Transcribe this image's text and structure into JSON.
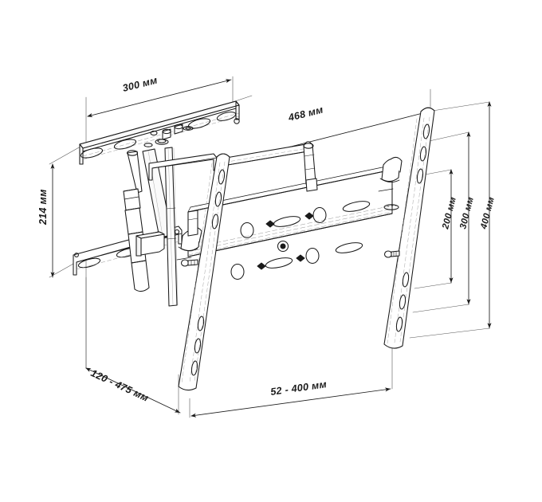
{
  "drawing": {
    "type": "technical-line-drawing",
    "subject": "Full-motion articulating TV wall mount bracket",
    "units": "mm",
    "background_color": "#ffffff",
    "line_color": "#1a1a1a",
    "projection": "isometric"
  },
  "dimensions": {
    "wall_plate_width": {
      "label": "300 мм",
      "value": 300,
      "unit": "мм",
      "position": "top-left",
      "describes": "wall mounting plate horizontal width"
    },
    "max_extension": {
      "label": "468 мм",
      "value": 468,
      "unit": "мм",
      "position": "top-center",
      "describes": "maximum arm extension from wall"
    },
    "wall_plate_height": {
      "label": "214 мм",
      "value": 214,
      "unit": "мм",
      "position": "left-vertical",
      "describes": "vertical distance between wall rails"
    },
    "vesa_200": {
      "label": "200 мм",
      "value": 200,
      "unit": "мм",
      "position": "right-vertical-inner",
      "describes": "VESA vertical hole pattern 200"
    },
    "vesa_300": {
      "label": "300 мм",
      "value": 300,
      "unit": "мм",
      "position": "right-vertical-middle",
      "describes": "VESA vertical hole pattern 300"
    },
    "vesa_400": {
      "label": "400 мм",
      "value": 400,
      "unit": "мм",
      "position": "right-vertical-outer",
      "describes": "VESA vertical hole pattern 400"
    },
    "depth_range": {
      "label": "120 - 475 мм",
      "min": 120,
      "max": 475,
      "unit": "мм",
      "position": "bottom-left-diagonal",
      "describes": "wall-to-screen depth adjustment range"
    },
    "vesa_horizontal_range": {
      "label": "52 - 400 мм",
      "min": 52,
      "max": 400,
      "unit": "мм",
      "position": "bottom-center",
      "describes": "VESA horizontal hole pattern range"
    }
  },
  "parts": {
    "wall_rail_top": "upper wall mounting rail with oblong slots",
    "wall_rail_bottom": "lower wall mounting rail with oblong slots",
    "upper_arm": "upper articulating arm",
    "lower_arm": "lower articulating arm",
    "pivot_post": "vertical pivot post",
    "tilt_plate": "horizontal tilt cross-member plate",
    "vesa_rail_left": "left vertical VESA rail",
    "vesa_rail_right": "right vertical VESA rail",
    "gas_strut": "telescoping support strut"
  }
}
